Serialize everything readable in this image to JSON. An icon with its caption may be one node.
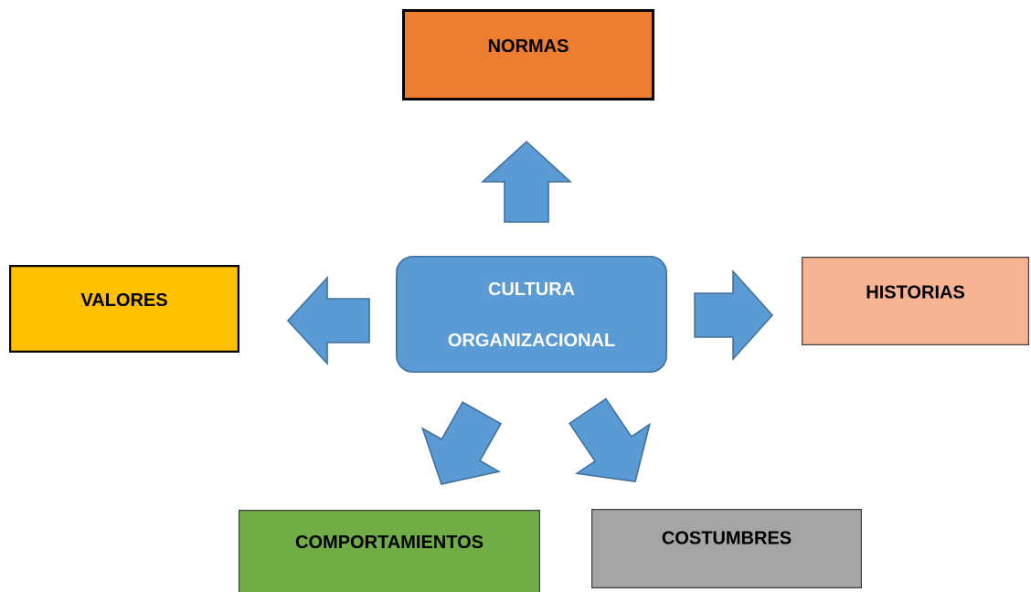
{
  "diagram": {
    "nodes": [
      {
        "text": [
          "NORMAS"
        ]
      },
      {
        "text": [
          "VALORES"
        ]
      },
      {
        "text": [
          "CULTURA ORGANIZACIONAL"
        ]
      },
      {
        "text": [
          "HISTORIAS"
        ]
      },
      {
        "text": [
          "COMPORTAMIENTOS"
        ]
      },
      {
        "text": [
          "COSTUMBRES"
        ]
      }
    ],
    "edges": [
      {
        "from": 2,
        "to": 0,
        "arrow": "to"
      },
      {
        "from": 2,
        "to": 1,
        "arrow": "to"
      },
      {
        "from": 2,
        "to": 3,
        "arrow": "to"
      },
      {
        "from": 2,
        "to": 4,
        "arrow": "to"
      },
      {
        "from": 2,
        "to": 5,
        "arrow": "to"
      }
    ]
  }
}
